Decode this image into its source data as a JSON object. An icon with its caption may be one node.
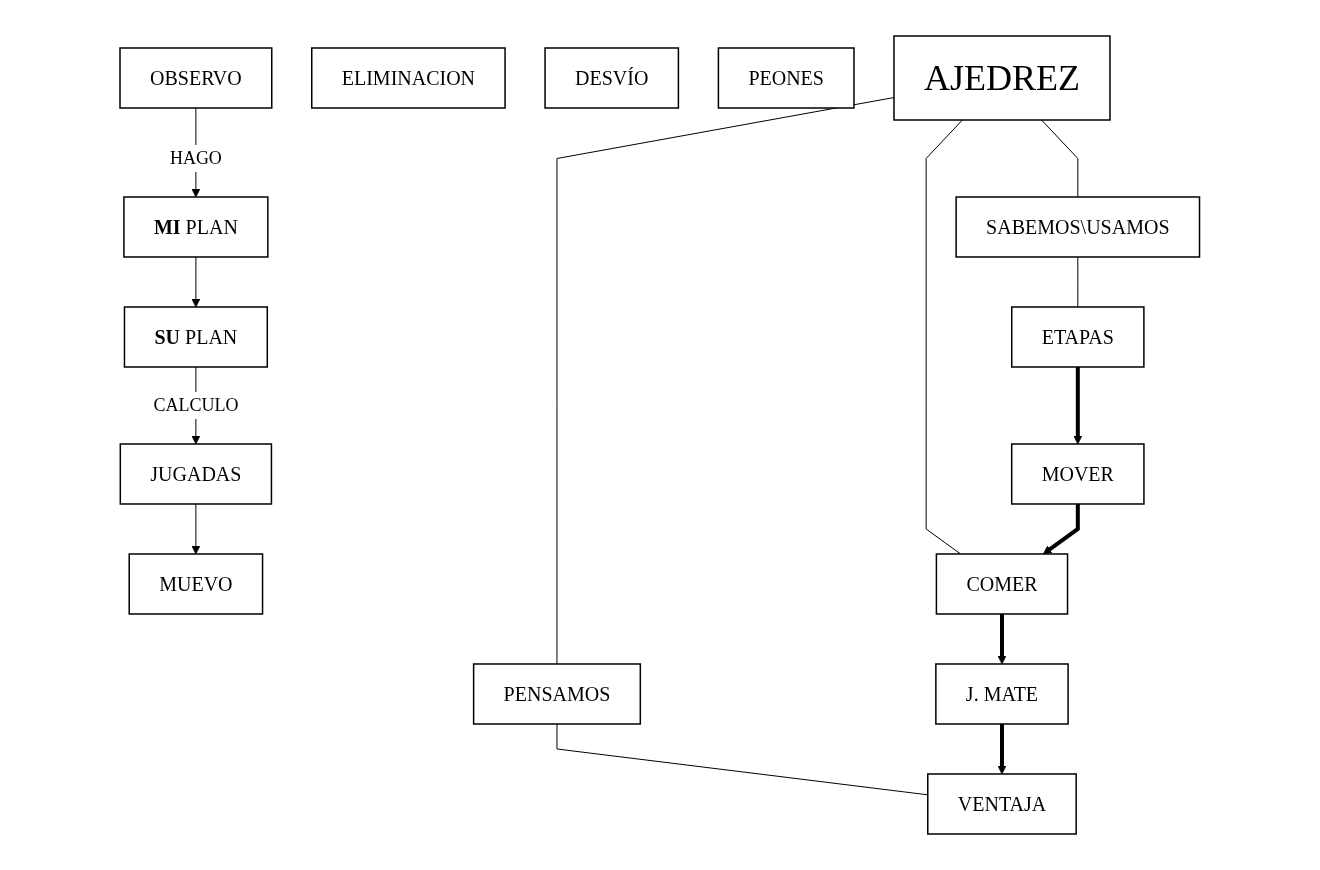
{
  "diagram": {
    "nodes": [
      {
        "text": [
          "AJEDREZ"
        ]
      },
      {
        "text": [
          "SABEMOS\\USAMOS"
        ]
      },
      {
        "text": [
          "PENSAMOS"
        ]
      },
      {
        "text": [
          "ELIMINACION"
        ]
      },
      {
        "text": [
          "DESVÍO"
        ]
      },
      {
        "text": [
          "PEONES"
        ]
      },
      {
        "text": [
          "OBSERVO"
        ]
      },
      {
        "text": [
          "**MI** PLAN"
        ]
      },
      {
        "text": [
          "**SU** PLAN"
        ]
      },
      {
        "text": [
          "JUGADAS"
        ]
      },
      {
        "text": [
          "MUEVO"
        ]
      },
      {
        "text": [
          "ETAPAS"
        ]
      },
      {
        "text": [
          "MOVER"
        ]
      },
      {
        "text": [
          "COMER"
        ]
      },
      {
        "text": [
          "J. MATE"
        ]
      },
      {
        "text": [
          "VENTAJA"
        ]
      }
    ],
    "edges": [
      {
        "from": 0,
        "to": 1,
        "arrow": "none"
      },
      {
        "from": 1,
        "to": 11,
        "arrow": "none"
      },
      {
        "from": 0,
        "to": 13,
        "arrow": "none"
      },
      {
        "from": 0,
        "to": 2,
        "arrow": "none"
      },
      {
        "from": 2,
        "to": 15,
        "arrow": "none"
      },
      {
        "from": 6,
        "to": 7,
        "arrow": "to",
        "label": "HAGO"
      },
      {
        "from": 7,
        "to": 8,
        "arrow": "to"
      },
      {
        "from": 8,
        "to": 9,
        "arrow": "to",
        "label": "CALCULO"
      },
      {
        "from": 9,
        "to": 10,
        "arrow": "to"
      },
      {
        "from": 11,
        "to": 12,
        "arrow": "to",
        "style": "thick"
      },
      {
        "from": 12,
        "to": 13,
        "arrow": "to",
        "style": "thick"
      },
      {
        "from": 13,
        "to": 14,
        "arrow": "to",
        "style": "thick"
      },
      {
        "from": 14,
        "to": 15,
        "arrow": "to",
        "style": "thick"
      }
    ]
  }
}
